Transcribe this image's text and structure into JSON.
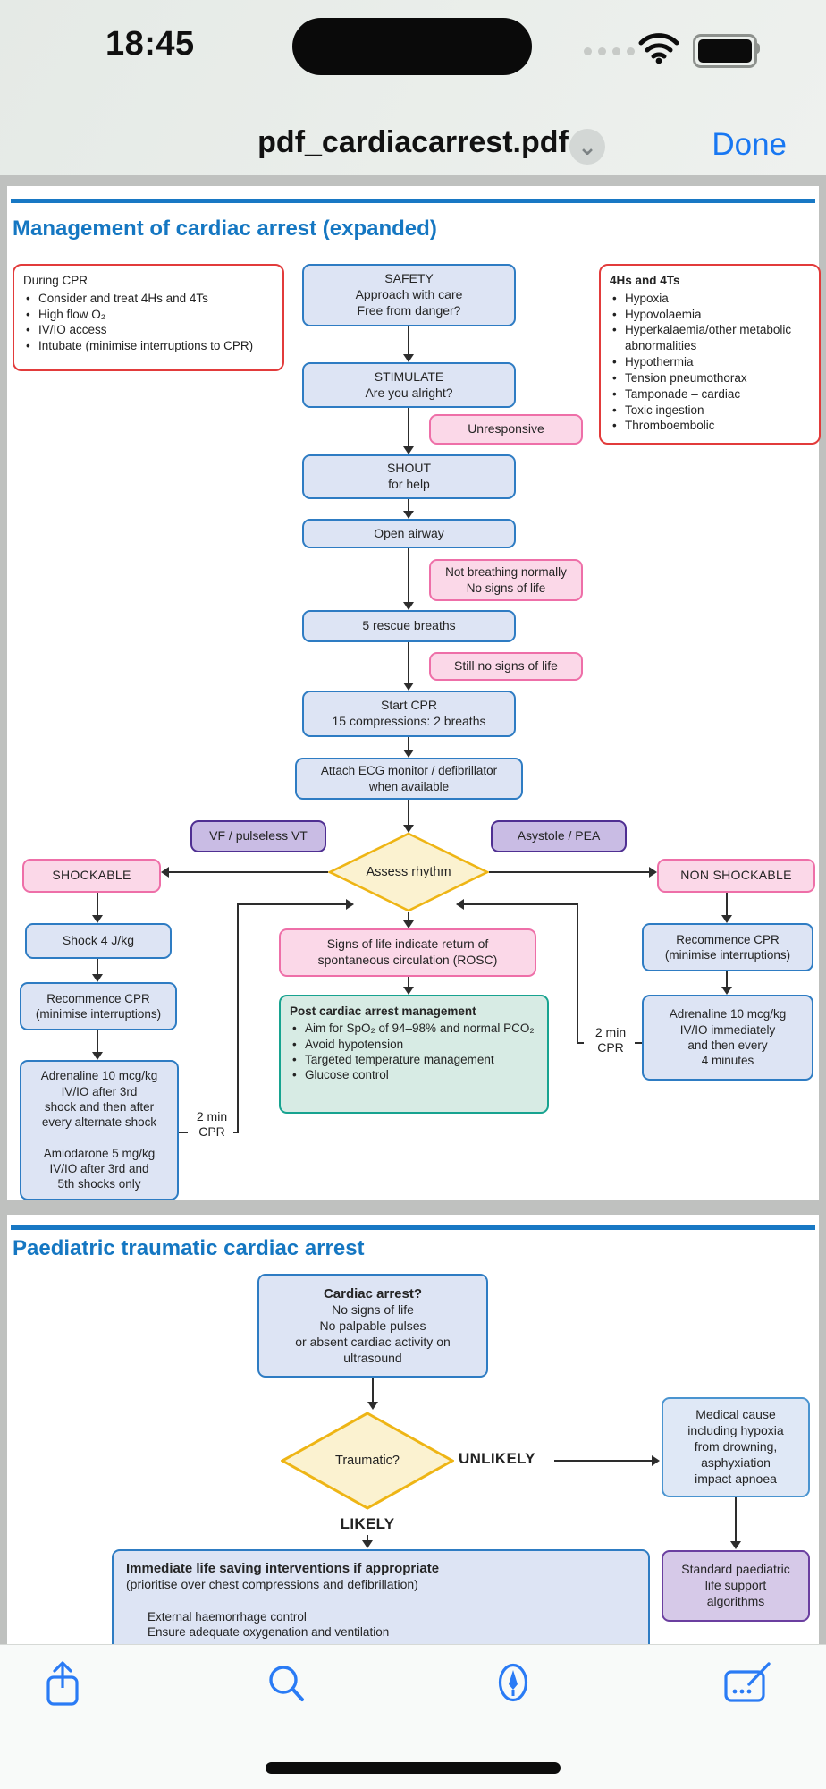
{
  "status_bar": {
    "time": "18:45"
  },
  "title_bar": {
    "filename": "pdf_cardiacarrest.pdf",
    "done_label": "Done"
  },
  "page1": {
    "heading": "Management of cardiac arrest (expanded)",
    "during_cpr": {
      "title": "During CPR",
      "items": [
        "Consider and treat 4Hs and 4Ts",
        "High flow O₂",
        "IV/IO access",
        "Intubate (minimise interruptions to CPR)"
      ]
    },
    "hs_ts": {
      "title": "4Hs and 4Ts",
      "items": [
        "Hypoxia",
        "Hypovolaemia",
        "Hyperkalaemia/other metabolic abnormalities",
        "Hypothermia",
        "Tension pneumothorax",
        "Tamponade – cardiac",
        "Toxic ingestion",
        "Thromboembolic"
      ]
    },
    "flow": {
      "safety": [
        "SAFETY",
        "Approach with care",
        "Free from danger?"
      ],
      "stimulate": [
        "STIMULATE",
        "Are you alright?"
      ],
      "unresponsive": "Unresponsive",
      "shout": [
        "SHOUT",
        "for help"
      ],
      "open_airway": "Open airway",
      "not_breathing": [
        "Not breathing normally",
        "No signs of life"
      ],
      "rescue_breaths": "5 rescue breaths",
      "still_no_signs": "Still no signs of life",
      "start_cpr": [
        "Start CPR",
        "15 compressions: 2 breaths"
      ],
      "attach_ecg": [
        "Attach ECG monitor / defibrillator",
        "when available"
      ],
      "vf_vt": "VF / pulseless VT",
      "asystole_pea": "Asystole / PEA",
      "assess_rhythm": "Assess rhythm",
      "shockable": "SHOCKABLE",
      "non_shockable": "NON SHOCKABLE",
      "shock_dose": "Shock 4 J/kg",
      "recommence_left": [
        "Recommence CPR",
        "(minimise interruptions)"
      ],
      "adrenaline_left": [
        "Adrenaline 10 mcg/kg",
        "IV/IO after 3rd",
        "shock and then after",
        "every alternate shock",
        "",
        "Amiodarone 5 mg/kg",
        "IV/IO after 3rd and",
        "5th shocks only"
      ],
      "two_min_left": [
        "2 min",
        "CPR"
      ],
      "rosc": [
        "Signs of life indicate return of",
        "spontaneous circulation (ROSC)"
      ],
      "post_arrest": {
        "title": "Post cardiac arrest management",
        "items": [
          "Aim for SpO₂ of 94–98% and normal PCO₂",
          "Avoid hypotension",
          "Targeted temperature management",
          "Glucose control"
        ]
      },
      "recommence_right": [
        "Recommence CPR",
        "(minimise interruptions)"
      ],
      "adrenaline_right": [
        "Adrenaline 10 mcg/kg",
        "IV/IO immediately",
        "and then every",
        "4 minutes"
      ],
      "two_min_right": [
        "2 min",
        "CPR"
      ]
    }
  },
  "page2": {
    "heading": "Paediatric traumatic cardiac arrest",
    "cardiac_arrest": {
      "title": "Cardiac arrest?",
      "lines": [
        "No signs of life",
        "No palpable pulses",
        "or absent cardiac activity on",
        "ultrasound"
      ]
    },
    "traumatic": "Traumatic?",
    "unlikely": "UNLIKELY",
    "likely": "LIKELY",
    "medical_cause": [
      "Medical cause",
      "including hypoxia",
      "from drowning,",
      "asphyxiation",
      "impact apnoea"
    ],
    "standard_paed": [
      "Standard paediatric",
      "life support",
      "algorithms"
    ],
    "immediate": {
      "title": "Immediate life saving interventions if appropriate",
      "subtitle": "(prioritise over chest compressions and defibrillation)",
      "items": [
        "External haemorrhage control",
        "Ensure adequate oxygenation and ventilation"
      ]
    }
  },
  "toolbar": {
    "icons": [
      "share",
      "search",
      "markup",
      "signature"
    ]
  },
  "colors": {
    "ios_blue": "#1877f2",
    "heading_blue": "#1577c2",
    "box_blue_fill": "#dde4f4",
    "box_blue_border": "#2e7cc3",
    "pink_fill": "#fbd8e8",
    "pink_border": "#ee6fa8",
    "purple_fill": "#c9bce4",
    "purple_border": "#4f2f92",
    "diamond_fill": "#fbf2d0",
    "diamond_border": "#eeb515",
    "teal_fill": "#d7ebe4",
    "teal_border": "#17a390",
    "lilac_fill": "#d6c9e8",
    "lilac_border": "#6b3fa0",
    "red_border": "#e23b3b"
  }
}
